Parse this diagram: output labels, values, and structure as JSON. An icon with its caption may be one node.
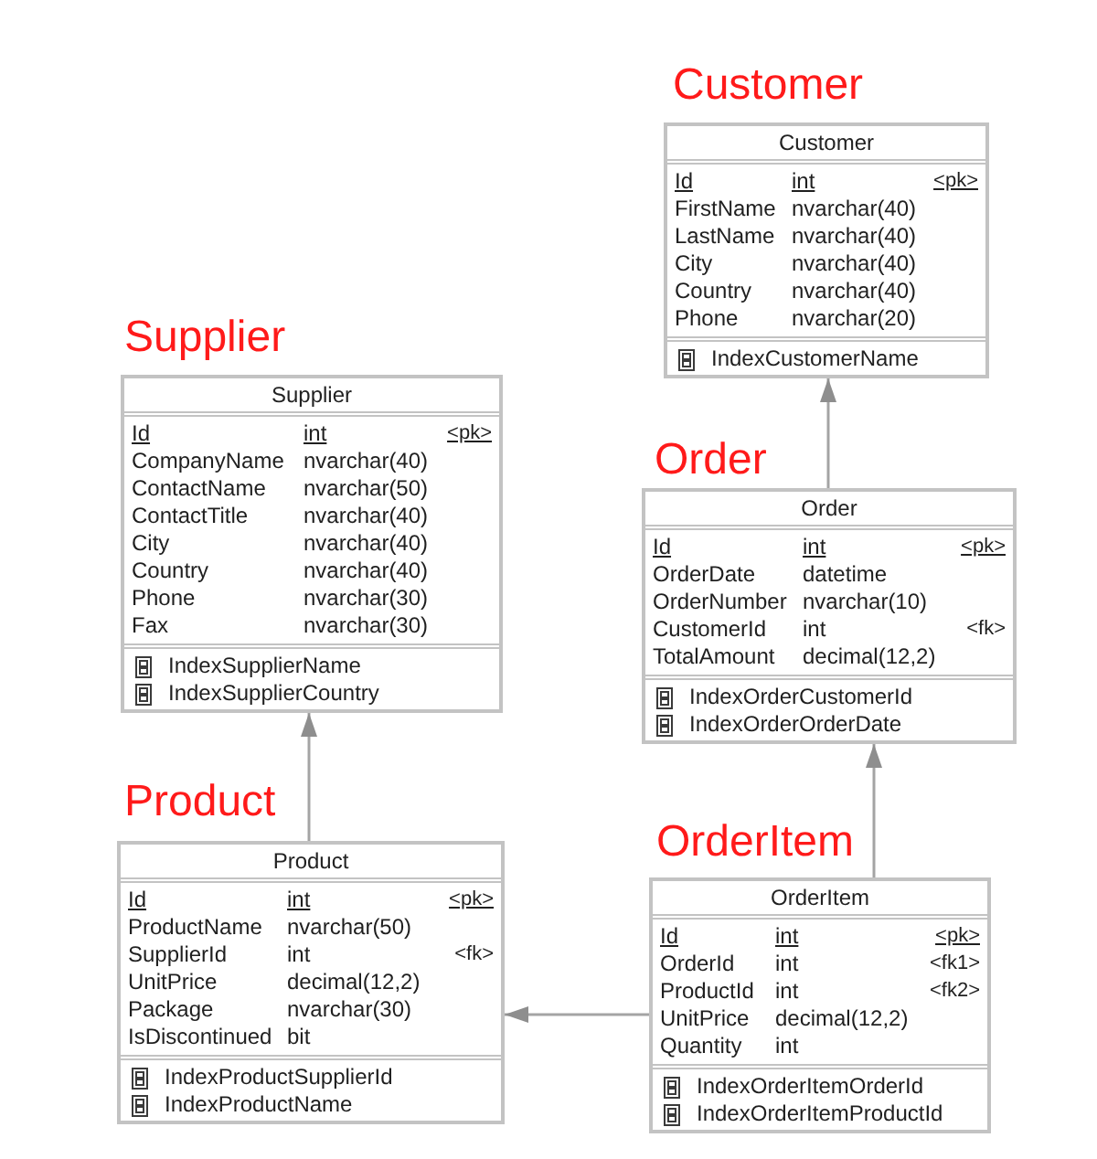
{
  "diagram": {
    "nodes": [
      {
        "text": [
          "Customer",
          "Customer",
          "Id",
          "int",
          "<pk>",
          "FirstName",
          "nvarchar(40)",
          "LastName",
          "nvarchar(40)",
          "City",
          "nvarchar(40)",
          "Country",
          "nvarchar(40)",
          "Phone",
          "nvarchar(20)",
          "IndexCustomerName"
        ]
      },
      {
        "text": [
          "Supplier",
          "Supplier",
          "Id",
          "int",
          "<pk>",
          "CompanyName",
          "nvarchar(40)",
          "ContactName",
          "nvarchar(50)",
          "ContactTitle",
          "nvarchar(40)",
          "City",
          "nvarchar(40)",
          "Country",
          "nvarchar(40)",
          "Phone",
          "nvarchar(30)",
          "Fax",
          "nvarchar(30)",
          "IndexSupplierName",
          "IndexSupplierCountry"
        ]
      },
      {
        "text": [
          "Order",
          "Order",
          "Id",
          "int",
          "<pk>",
          "OrderDate",
          "datetime",
          "OrderNumber",
          "nvarchar(10)",
          "CustomerId",
          "int",
          "<fk>",
          "TotalAmount",
          "decimal(12,2)",
          "IndexOrderCustomerId",
          "IndexOrderOrderDate"
        ]
      },
      {
        "text": [
          "Product",
          "Product",
          "Id",
          "int",
          "<pk>",
          "ProductName",
          "nvarchar(50)",
          "SupplierId",
          "int",
          "<fk>",
          "UnitPrice",
          "decimal(12,2)",
          "Package",
          "nvarchar(30)",
          "IsDiscontinued",
          "bit",
          "IndexProductSupplierId",
          "IndexProductName"
        ]
      },
      {
        "text": [
          "OrderItem",
          "OrderItem",
          "Id",
          "int",
          "<pk>",
          "OrderId",
          "int",
          "<fk1>",
          "ProductId",
          "int",
          "<fk2>",
          "UnitPrice",
          "decimal(12,2)",
          "Quantity",
          "int",
          "IndexOrderItemOrderId",
          "IndexOrderItemProductId"
        ]
      }
    ],
    "edges": [
      {
        "from": 2,
        "to": 0,
        "arrow": "to"
      },
      {
        "from": 3,
        "to": 1,
        "arrow": "to"
      },
      {
        "from": 4,
        "to": 2,
        "arrow": "to"
      },
      {
        "from": 4,
        "to": 3,
        "arrow": "to"
      }
    ]
  }
}
